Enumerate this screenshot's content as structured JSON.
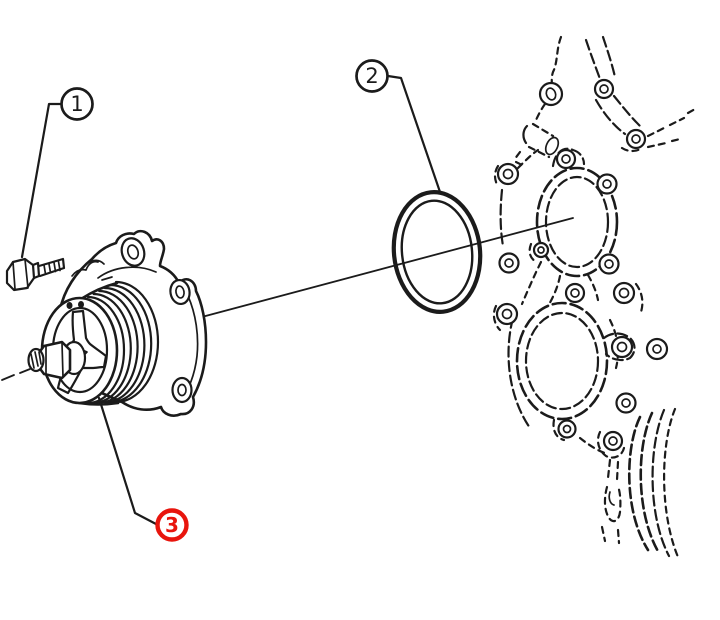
{
  "canvas": {
    "background": "#ffffff",
    "ink": "#1b1b1b",
    "highlight": "#e8150d"
  },
  "diagram": {
    "type": "exploded-parts-diagram",
    "subject": "water-pump-assembly",
    "parts": [
      {
        "name": "mounting-bolt"
      },
      {
        "name": "o-ring-gasket"
      },
      {
        "name": "water-pump"
      },
      {
        "name": "engine-front-cover"
      }
    ],
    "callouts": [
      {
        "label": "1",
        "part": "mounting-bolt",
        "highlighted": false
      },
      {
        "label": "2",
        "part": "o-ring-gasket",
        "highlighted": false
      },
      {
        "label": "3",
        "part": "water-pump",
        "highlighted": true
      }
    ]
  }
}
